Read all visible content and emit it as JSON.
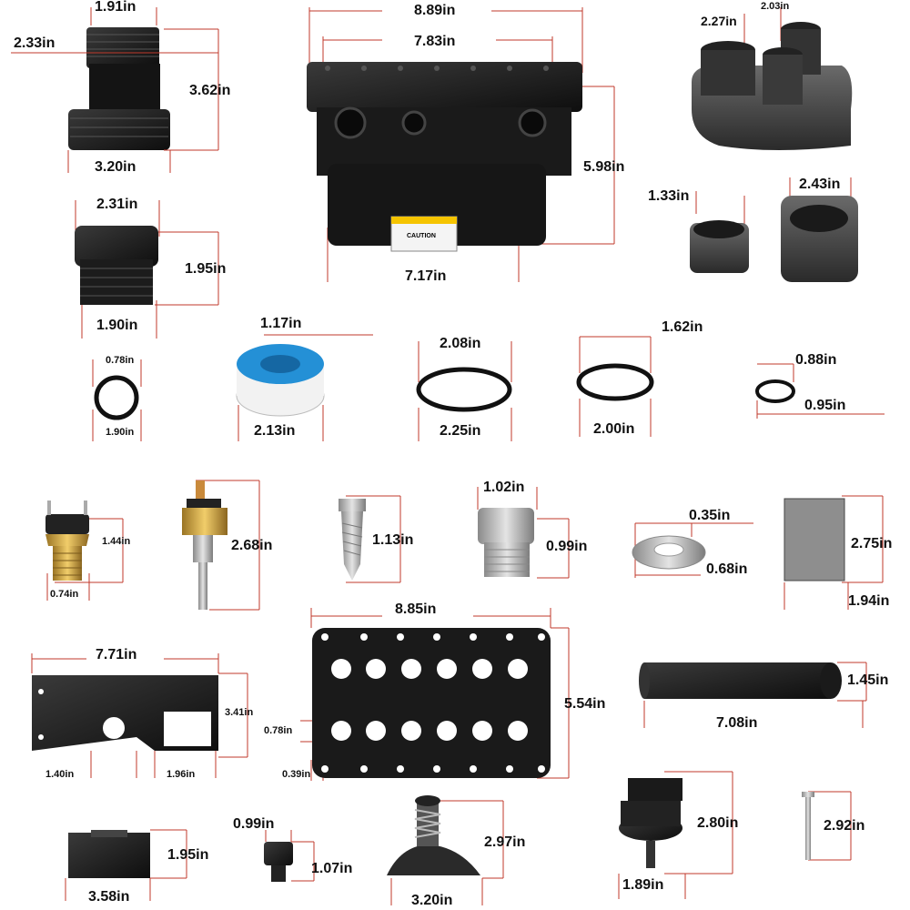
{
  "dimensions": {
    "adapter_top_width": "1.91in",
    "adapter_top_left": "2.33in",
    "adapter_height": "3.62in",
    "adapter_base": "3.20in",
    "housing_overall": "8.89in",
    "housing_inner": "7.83in",
    "housing_height": "5.98in",
    "housing_base": "7.17in",
    "manifold_port_a": "2.27in",
    "manifold_port_b": "2.03in",
    "cap_small": "1.33in",
    "cap_large": "2.43in",
    "union_top": "2.31in",
    "union_height": "1.95in",
    "union_base": "1.90in",
    "oring1_inner": "0.78in",
    "oring1_outer": "1.90in",
    "tape_width": "1.17in",
    "tape_diameter": "2.13in",
    "oring2_inner": "2.08in",
    "oring2_outer": "2.25in",
    "oring3_inner": "1.62in",
    "oring3_outer": "2.00in",
    "oring4_inner": "0.88in",
    "oring4_outer": "0.95in",
    "hi_limit_height": "1.44in",
    "hi_limit_base": "0.74in",
    "sensor_height": "2.68in",
    "screw_length": "1.13in",
    "plug_width": "1.02in",
    "plug_height": "0.99in",
    "washer_inner": "0.35in",
    "washer_outer": "0.68in",
    "grease_height": "2.75in",
    "grease_width": "1.94in",
    "gasket_width": "8.85in",
    "gasket_height": "5.54in",
    "gasket_hole": "0.78in",
    "gasket_edge": "0.39in",
    "plate_width": "7.71in",
    "plate_height": "3.41in",
    "plate_left": "1.40in",
    "plate_right": "1.96in",
    "tube_diameter": "1.45in",
    "tube_length": "7.08in",
    "bracket_height": "1.95in",
    "bracket_width": "3.58in",
    "knob_width": "0.99in",
    "knob_height": "1.07in",
    "valve_height": "2.97in",
    "valve_base": "3.20in",
    "switch_height": "2.80in",
    "switch_base": "1.89in",
    "bolt_length": "2.92in"
  },
  "caution_label": "CAUTION"
}
